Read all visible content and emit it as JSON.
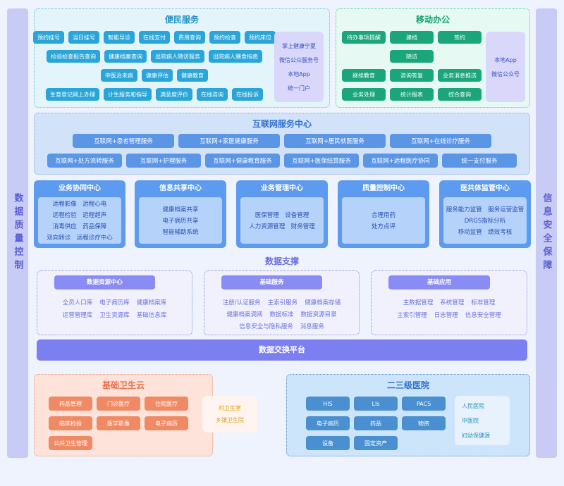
{
  "side_left": "数据质量控制",
  "side_right": "信息安全保障",
  "colors": {
    "convenience": "#2aa5d9",
    "mobile": "#1aa57a",
    "internet": "#5b95e6",
    "center": "#5d9bf0",
    "support": "#8a8cf5",
    "exchange": "#7b7ff0",
    "cloud": "#f08a64",
    "hospital": "#4a8fd0"
  },
  "convenience": {
    "title": "便民服务",
    "rows": [
      [
        "预约挂号",
        "当日挂号",
        "智能导诊",
        "在线支付",
        "费用查询",
        "预约检查",
        "预约床位"
      ],
      [
        "检验检查报告查询",
        "健康档案查询",
        "出院病人随访服务",
        "出院病人膳食指南"
      ],
      [
        "中医治未病",
        "健康评估",
        "健康教育"
      ],
      [
        "生育登记网上办理",
        "计生服务和指导",
        "满意度评价",
        "在线咨询",
        "在线投诉"
      ]
    ],
    "channels": [
      "掌上健康宁夏",
      "微信公众服务号",
      "本地App",
      "统一门户"
    ]
  },
  "mobile": {
    "title": "移动办公",
    "rows": [
      [
        "待办事项提醒",
        "建档",
        "签约"
      ],
      [
        "随访"
      ],
      [
        "继续教育",
        "咨询答复",
        "业务消息推送"
      ],
      [
        "业务处理",
        "统计报表",
        "综合查询"
      ]
    ],
    "channels": [
      "本地App",
      "微信公众号"
    ]
  },
  "internet": {
    "title": "互联网服务中心",
    "rows": [
      [
        "互联网+患者管理服务",
        "互联网+家医健康服务",
        "互联网+居民就医服务",
        "互联网+在线诊疗服务"
      ],
      [
        "互联网+处方流转服务",
        "互联网+护理服务",
        "互联网+健康教育服务",
        "互联网+医保结算服务",
        "互联网+远程医疗协同",
        "统一支付服务"
      ]
    ]
  },
  "centers": [
    {
      "title": "业务协同中心",
      "lines": [
        "远程影像　远程心电",
        "远程检验　远程超声",
        "消毒供应　药品保障",
        "双向转诊　远程诊疗中心"
      ]
    },
    {
      "title": "信息共享中心",
      "lines": [
        "健康档案共享",
        "电子病历共享",
        "智能辅助系统"
      ]
    },
    {
      "title": "业务管理中心",
      "lines": [
        "医保管理　设备管理",
        "人力资源管理　财务管理"
      ]
    },
    {
      "title": "质量控制中心",
      "lines": [
        "合理用药",
        "处方点评"
      ]
    },
    {
      "title": "医共体监管中心",
      "lines": [
        "服务能力监管　服务运营监管",
        "DRGS指标分析",
        "移动监管　绩效考核"
      ]
    }
  ],
  "support": {
    "title": "数据支撑",
    "boxes": [
      {
        "title": "数据资源中心",
        "rows": [
          [
            "全员人口库",
            "电子病历库",
            "健康档案库"
          ],
          [
            "运营管理库",
            "卫生资源库",
            "基础信息库"
          ]
        ]
      },
      {
        "title": "基础服务",
        "rows": [
          [
            "注册/认证服务",
            "主索引服务",
            "健康档案存储"
          ],
          [
            "健康档案调阅",
            "数据标准",
            "数据资源目录"
          ],
          [
            "信息安全与隐私服务",
            "消息服务"
          ]
        ]
      },
      {
        "title": "基础应用",
        "rows": [
          [
            "主数据管理",
            "系统管理",
            "标准管理"
          ],
          [
            "主索引管理",
            "日志管理",
            "信息安全管理"
          ]
        ]
      }
    ],
    "exchange": "数据交换平台"
  },
  "cloud": {
    "title": "基础卫生云",
    "rows": [
      [
        "药品管理",
        "门诊医疗",
        "住院医疗"
      ],
      [
        "临床检验",
        "医学影像",
        "电子病历"
      ],
      [
        "公共卫生管理"
      ]
    ],
    "side": [
      "村卫生室",
      "乡镇卫生院"
    ]
  },
  "hospital": {
    "title": "二三级医院",
    "rows": [
      [
        "HIS",
        "LIs",
        "PACS"
      ],
      [
        "电子病历",
        "药品",
        "物资"
      ],
      [
        "设备",
        "固定资产"
      ]
    ],
    "side": [
      "人民医院",
      "中医院",
      "妇幼保健源"
    ]
  }
}
